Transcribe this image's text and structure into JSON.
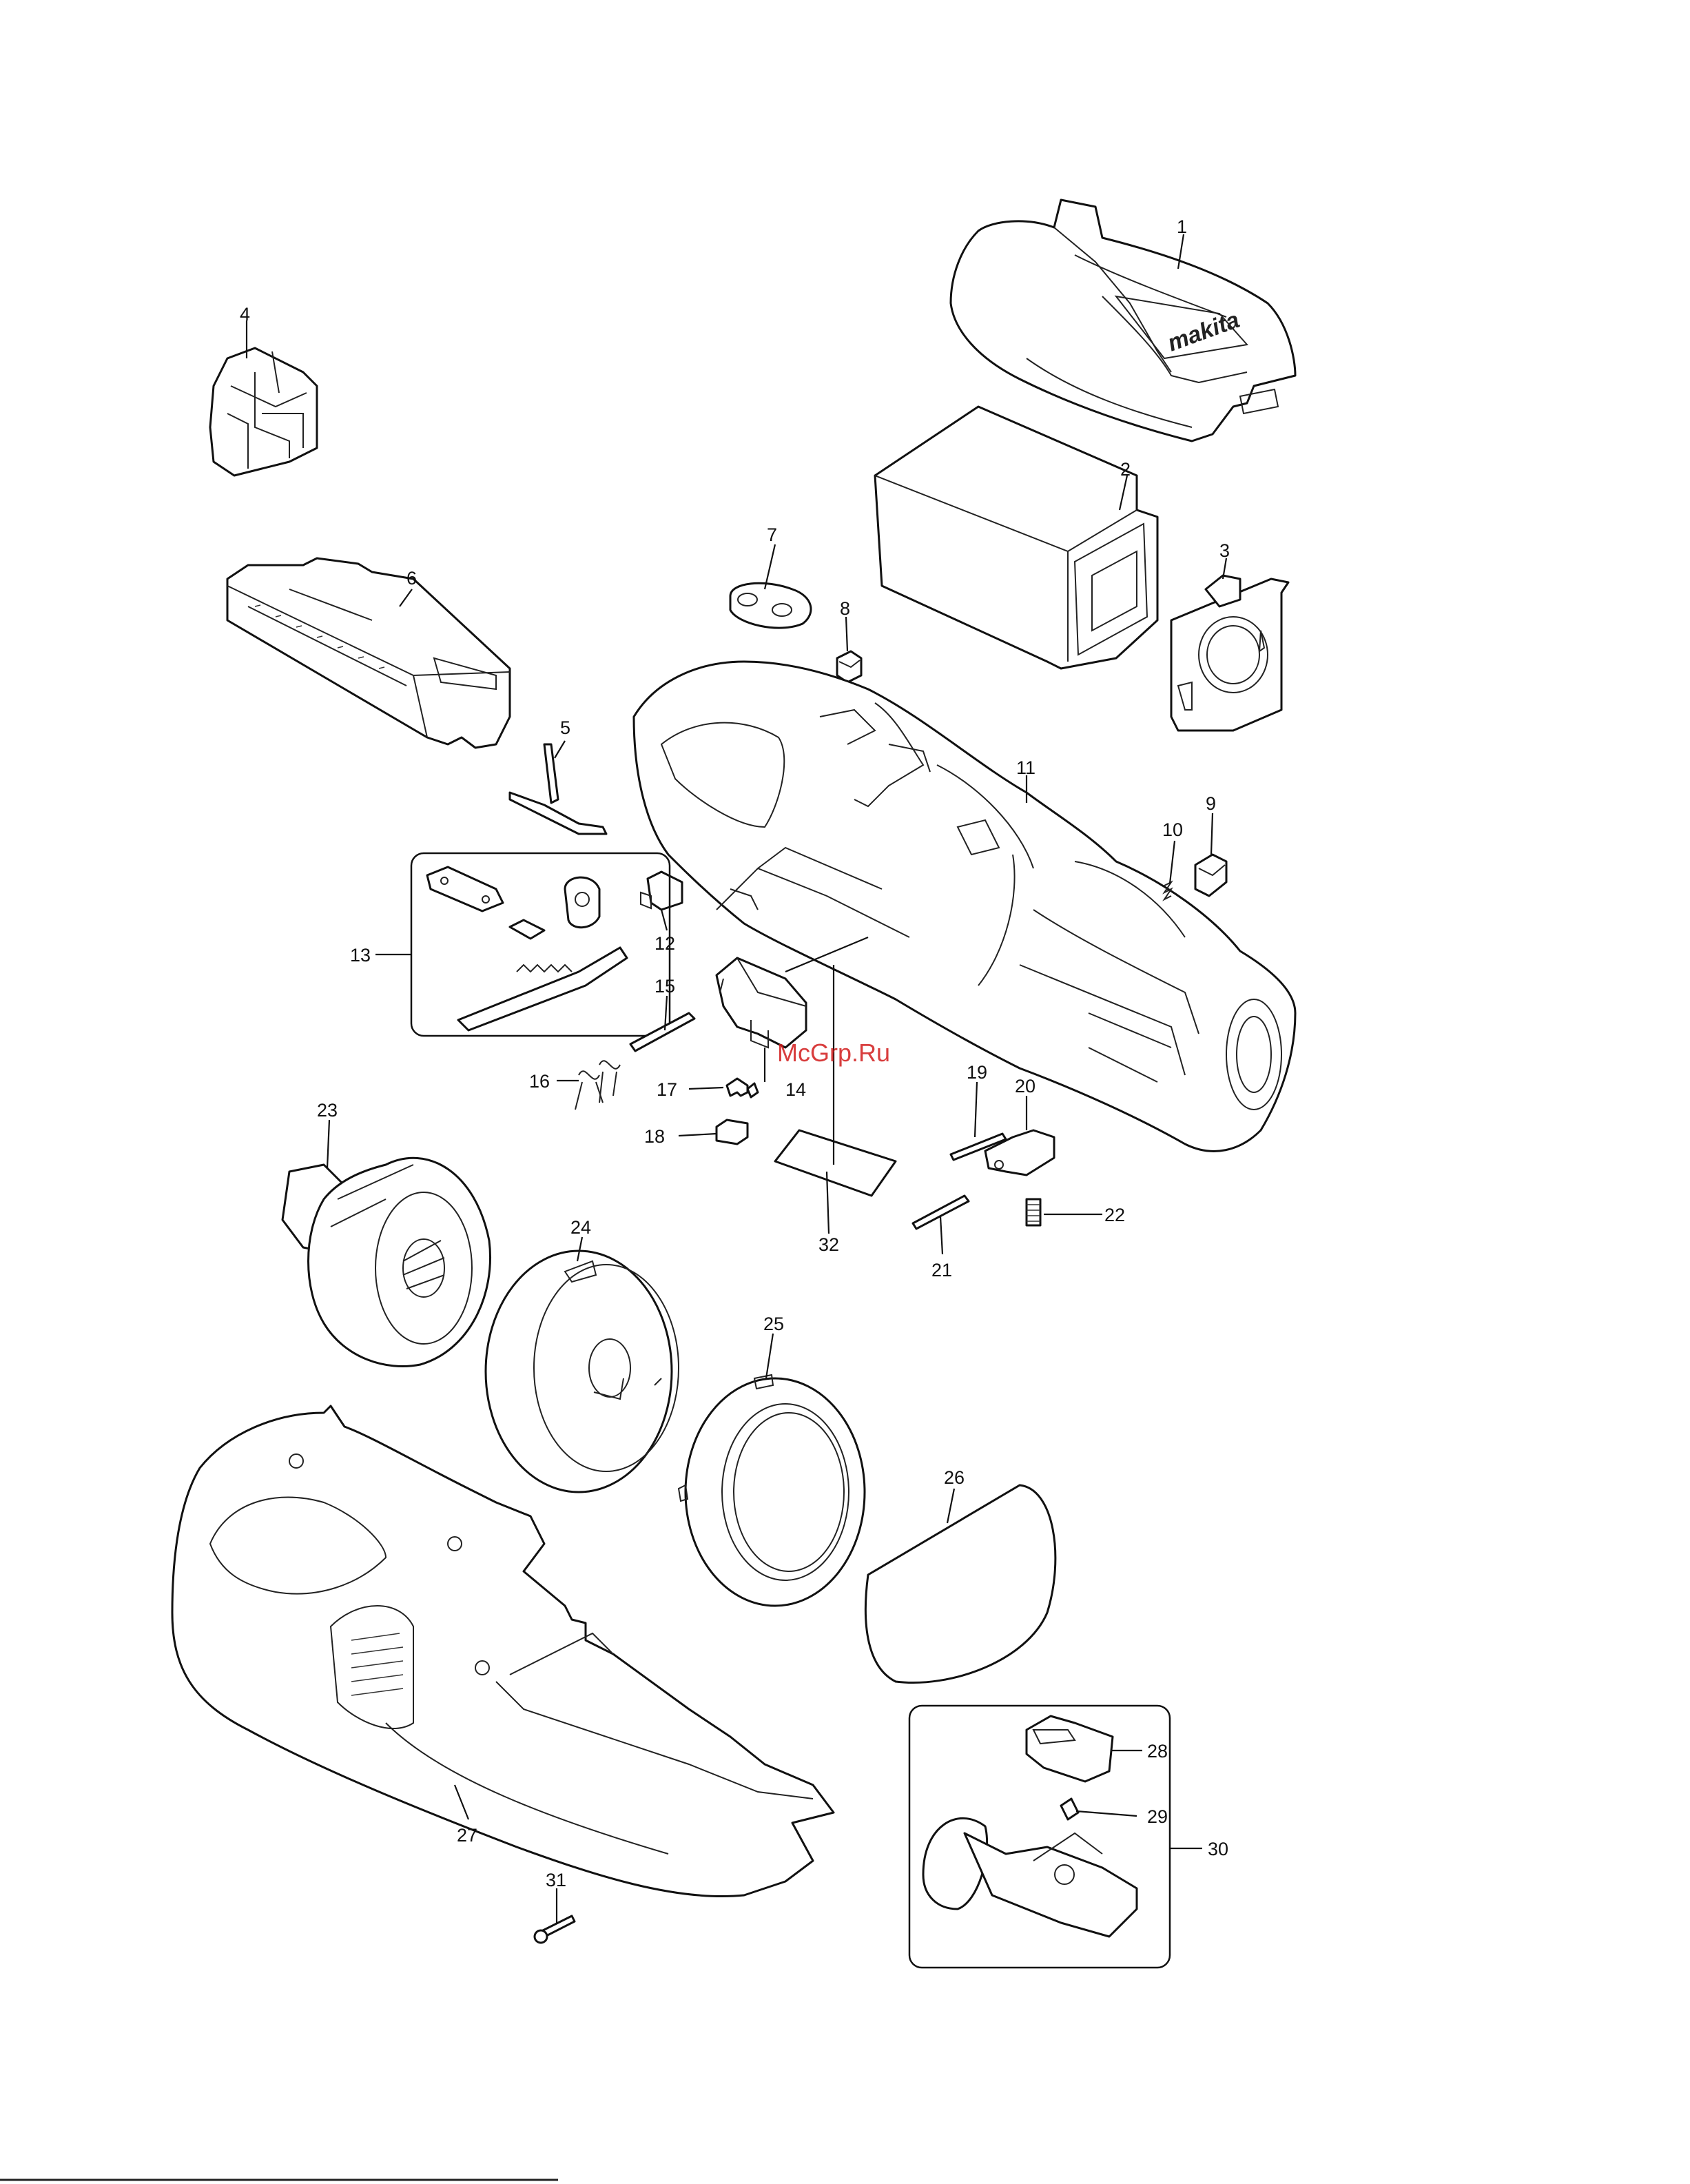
{
  "watermark": "McGrp.Ru",
  "logo_text": "makita",
  "callouts": {
    "p1": "1",
    "p2": "2",
    "p3": "3",
    "p4": "4",
    "p5": "5",
    "p6": "6",
    "p7": "7",
    "p8": "8",
    "p9": "9",
    "p10": "10",
    "p11": "11",
    "p12": "12",
    "p13": "13",
    "p14": "14",
    "p15": "15",
    "p16": "16",
    "p17": "17",
    "p18": "18",
    "p19": "19",
    "p20": "20",
    "p21": "21",
    "p22": "22",
    "p23": "23",
    "p24": "24",
    "p25": "25",
    "p26": "26",
    "p27": "27",
    "p28": "28",
    "p29": "29",
    "p30": "30",
    "p31": "31",
    "p32": "32"
  }
}
